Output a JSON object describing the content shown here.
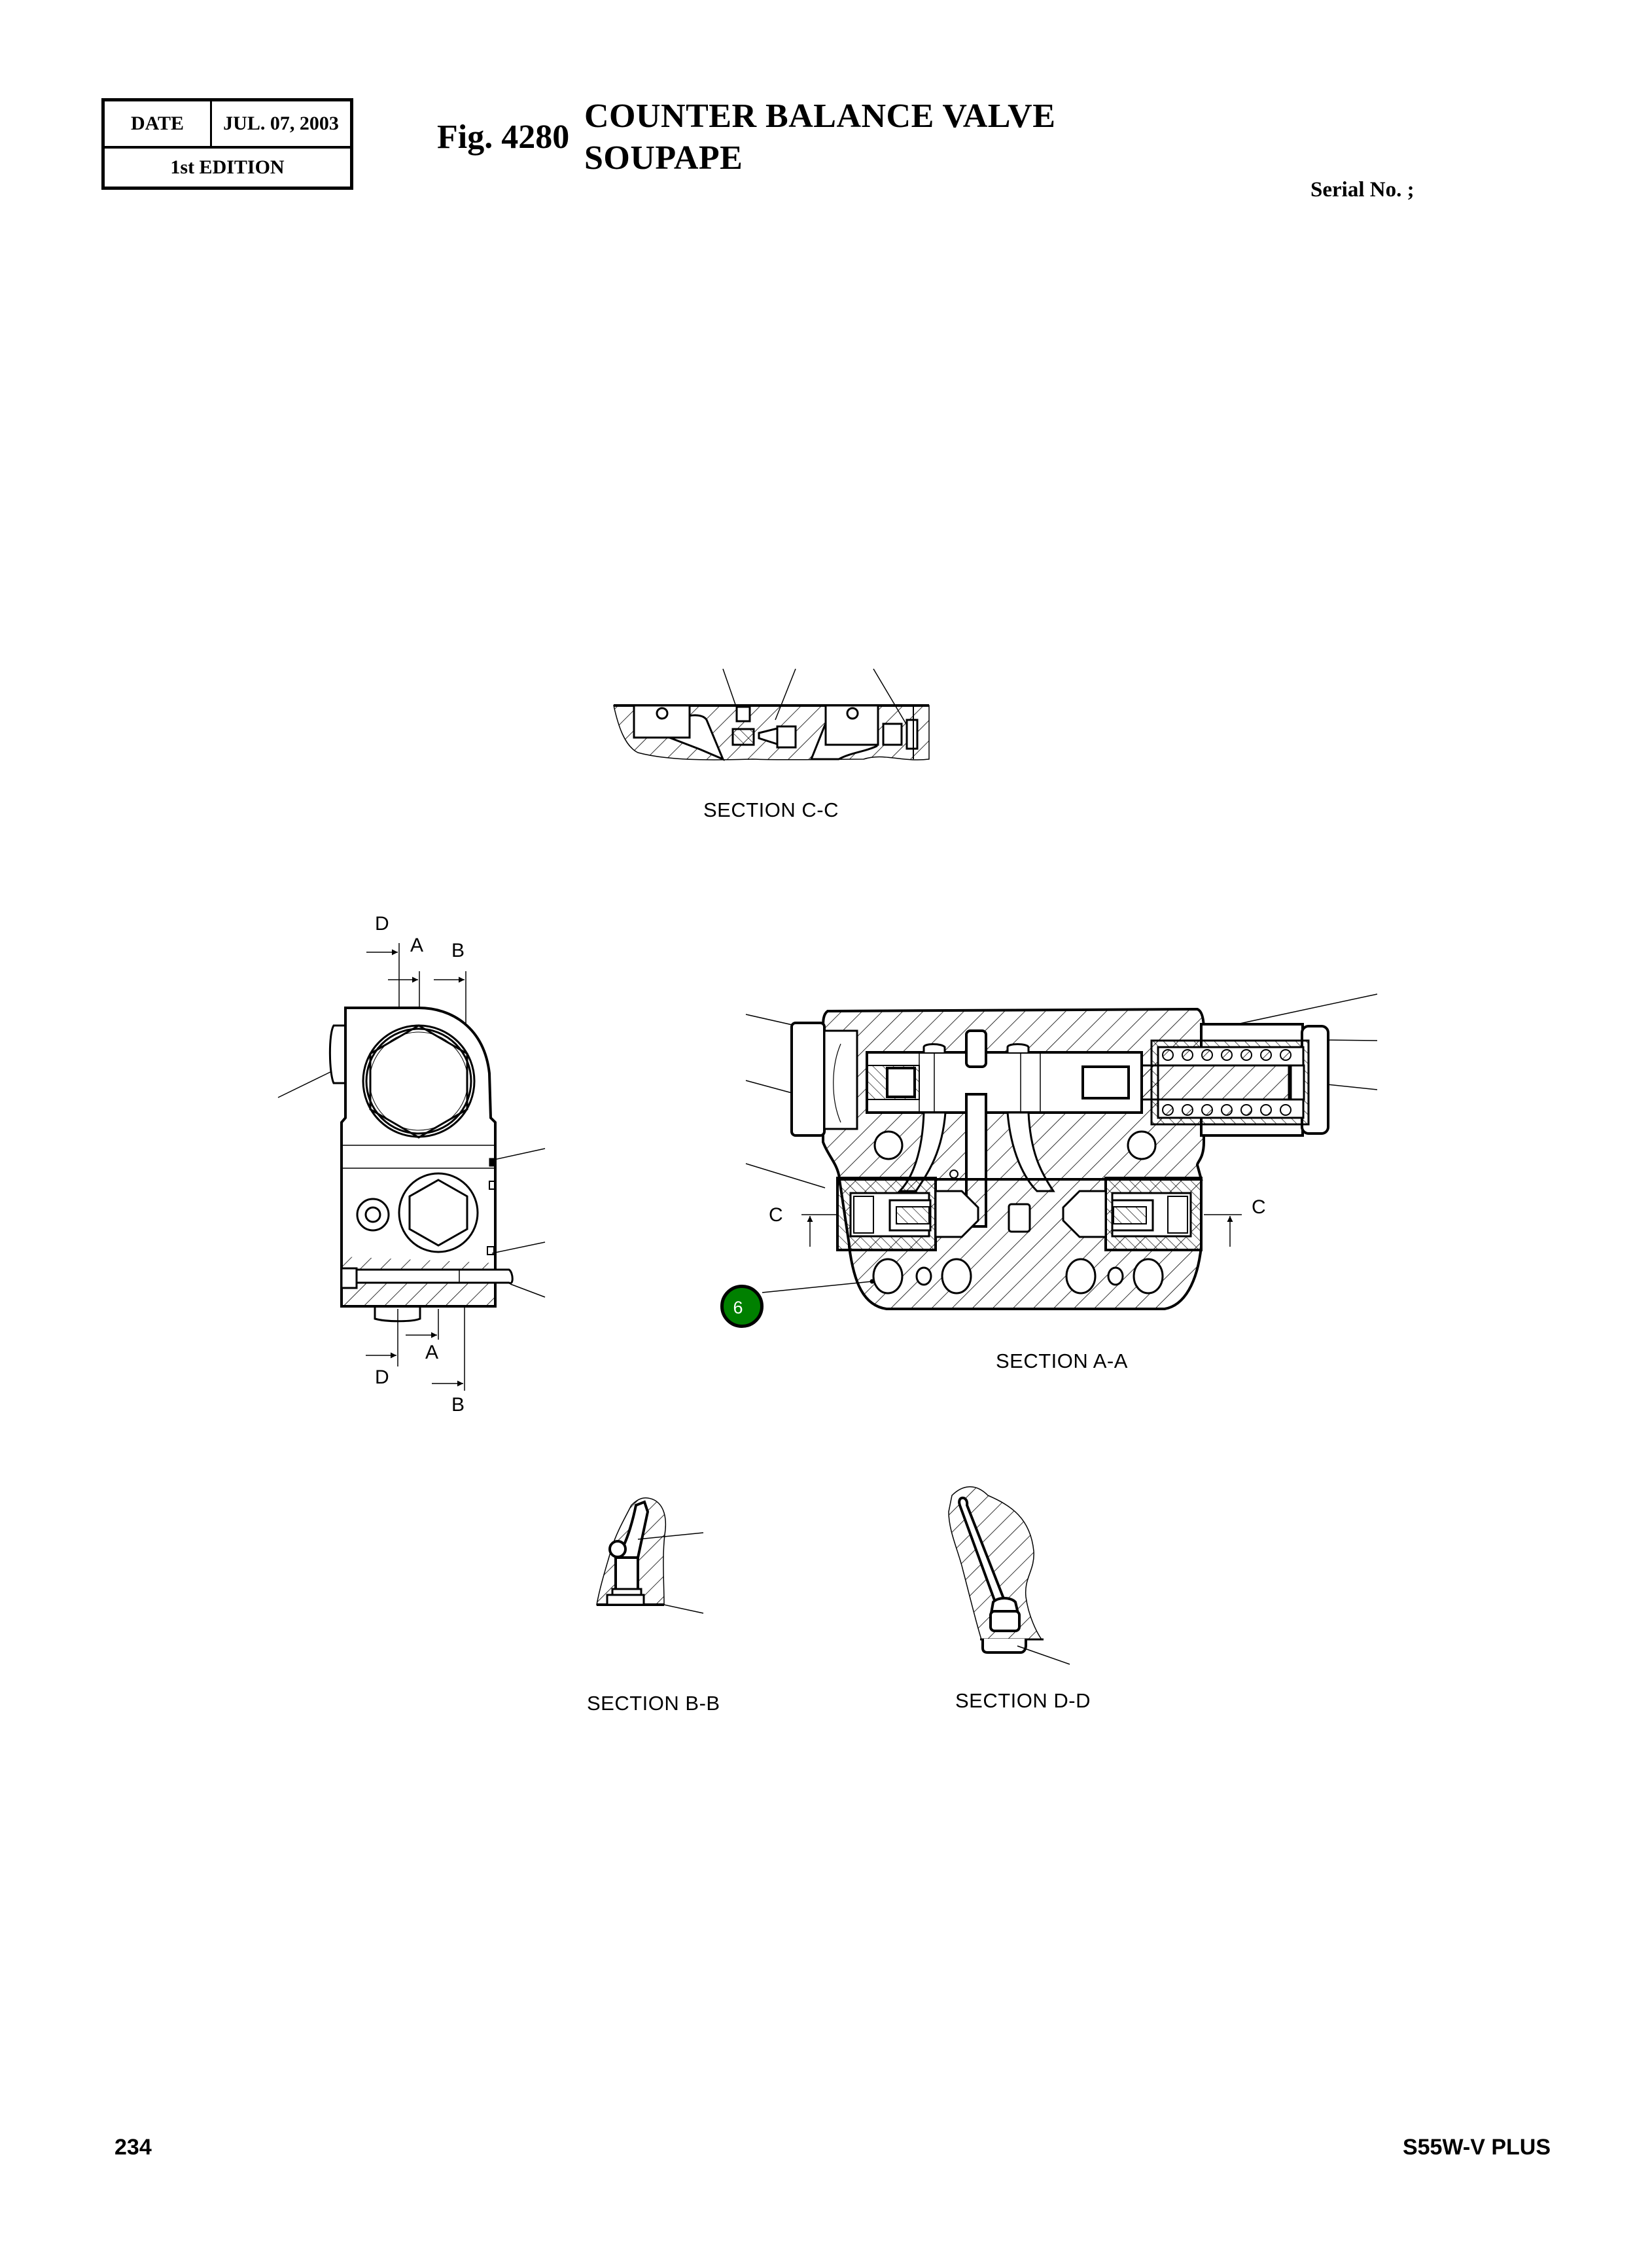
{
  "header": {
    "edition_box": {
      "date_label": "DATE",
      "date_value": "JUL. 07, 2003",
      "edition": "1st EDITION"
    },
    "figure_number": "Fig. 4280",
    "title_en": "COUNTER BALANCE VALVE",
    "title_fr": "SOUPAPE",
    "serial_label": "Serial No. ;"
  },
  "drawing": {
    "sections": [
      {
        "id": "section-c-c",
        "label": "SECTION C-C"
      },
      {
        "id": "section-a-a",
        "label": "SECTION A-A"
      },
      {
        "id": "section-b-b",
        "label": "SECTION B-B"
      },
      {
        "id": "section-d-d",
        "label": "SECTION D-D"
      }
    ],
    "side_view_markers": {
      "top": {
        "d": "D",
        "a": "A",
        "b": "B"
      },
      "bottom": {
        "d": "D",
        "a": "A",
        "b": "B"
      }
    },
    "section_a_markers": {
      "left_c": "C",
      "right_c": "C"
    },
    "callouts": [
      {
        "number": "6",
        "color": "#008000",
        "text_color": "#ffffff"
      }
    ]
  },
  "footer": {
    "page_number": "234",
    "model": "S55W-V PLUS"
  }
}
